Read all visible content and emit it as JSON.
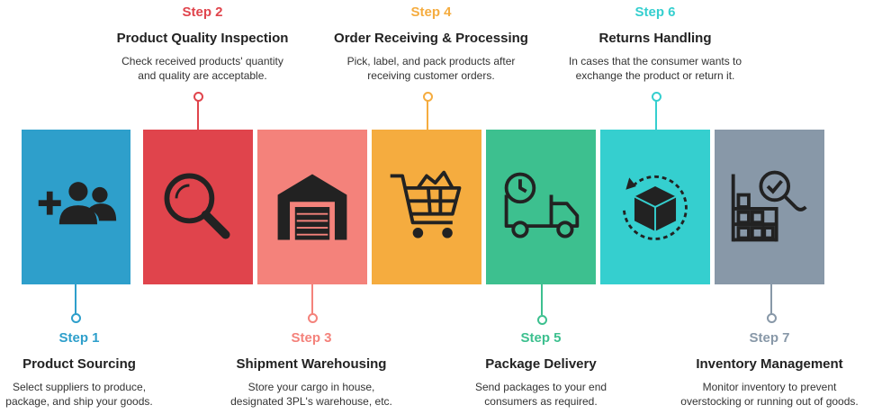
{
  "steps": [
    {
      "step": "Step 1",
      "title": "Product Sourcing",
      "desc1": "Select suppliers to produce,",
      "desc2": "package, and ship your goods.",
      "color": "#2e9fcb",
      "icon": "add-users-icon"
    },
    {
      "step": "Step 2",
      "title": "Product Quality Inspection",
      "desc1": "Check received products' quantity",
      "desc2": "and quality are acceptable.",
      "color": "#e0444c",
      "icon": "magnifier-icon"
    },
    {
      "step": "Step 3",
      "title": "Shipment Warehousing",
      "desc1": "Store your cargo in house,",
      "desc2": "designated 3PL's warehouse, etc.",
      "color": "#f4827b",
      "icon": "warehouse-icon"
    },
    {
      "step": "Step 4",
      "title": "Order Receiving & Processing",
      "desc1": "Pick, label, and pack products after",
      "desc2": "receiving customer orders.",
      "color": "#f5ac3f",
      "icon": "shopping-cart-icon"
    },
    {
      "step": "Step 5",
      "title": "Package Delivery",
      "desc1": "Send packages to your end",
      "desc2": "consumers as required.",
      "color": "#3dc08f",
      "icon": "delivery-truck-icon"
    },
    {
      "step": "Step 6",
      "title": "Returns Handling",
      "desc1": "In cases that the consumer wants to",
      "desc2": "exchange the product or return it.",
      "color": "#35cfcf",
      "icon": "return-box-icon"
    },
    {
      "step": "Step 7",
      "title": "Inventory Management",
      "desc1": "Monitor inventory to prevent",
      "desc2": "overstocking or running out of goods.",
      "color": "#8898a8",
      "icon": "inventory-search-icon"
    }
  ]
}
